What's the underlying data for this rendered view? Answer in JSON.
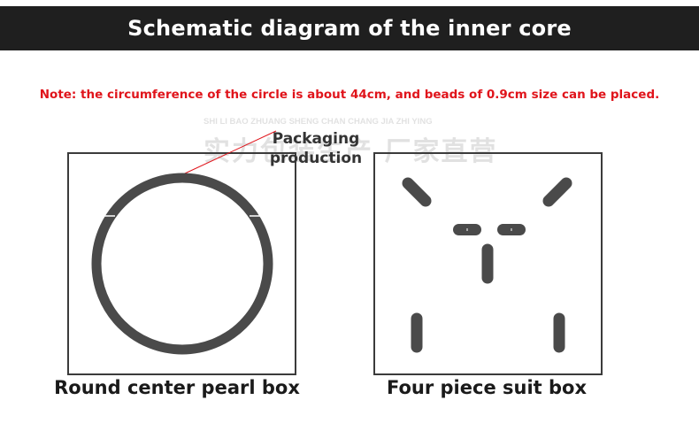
{
  "header": {
    "title": "Schematic diagram of the inner core"
  },
  "note": {
    "text": "Note: the circumference of the circle is about 44cm, and beads of 0.9cm size can be placed."
  },
  "watermark": {
    "latin": "SHI LI BAO ZHUANG SHENG CHAN CHANG JIA ZHI YING",
    "chinese": "实力包装生产 厂家直营"
  },
  "callout": {
    "line1": "Packaging",
    "line2": "production"
  },
  "boxes": [
    {
      "caption": "Round center pearl box"
    },
    {
      "caption": "Four piece suit box"
    }
  ],
  "colors": {
    "header_bg": "#1f1f1f",
    "header_text": "#ffffff",
    "note_text": "#e0141b",
    "slot_fill": "#4a4a4a",
    "callout_line": "#e0141b"
  }
}
